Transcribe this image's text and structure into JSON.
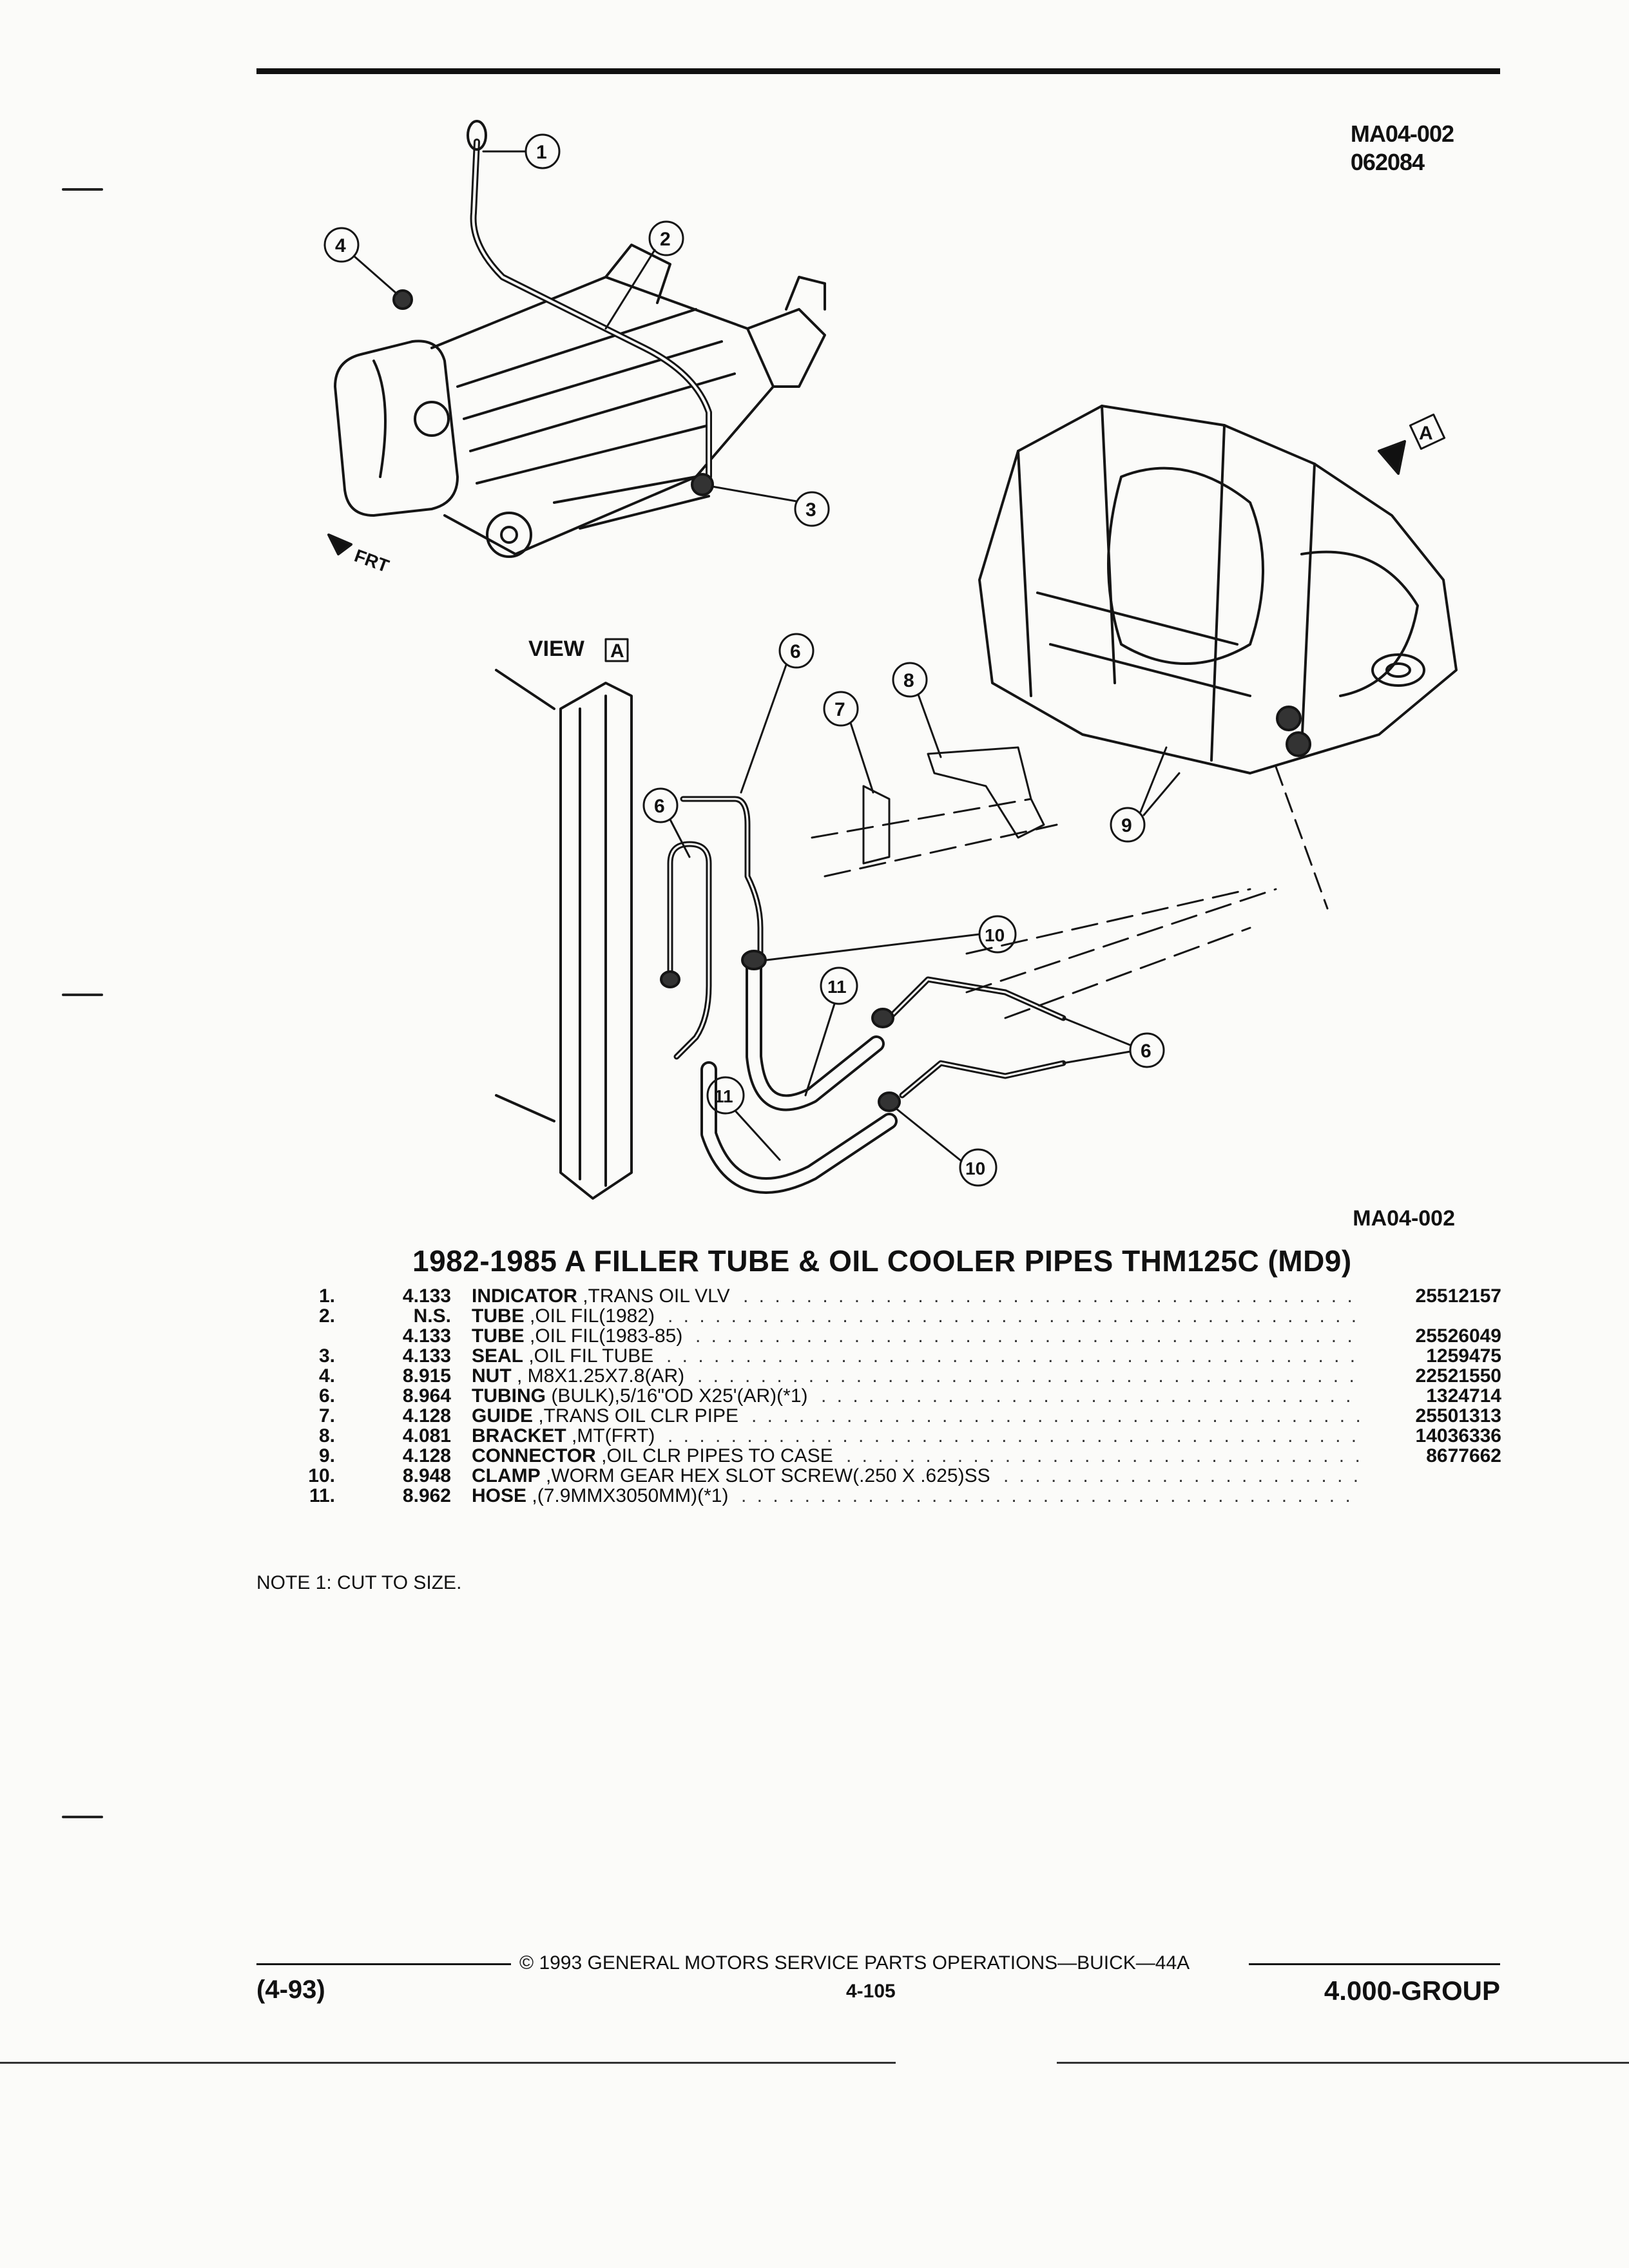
{
  "header": {
    "figure_code": "MA04-002",
    "date_code": "062084"
  },
  "figure": {
    "view_label": "VIEW",
    "view_letter": "A",
    "front_label": "FRT",
    "callout_marker": "A",
    "callouts": [
      "1",
      "2",
      "3",
      "4",
      "6",
      "7",
      "8",
      "9",
      "10",
      "11"
    ],
    "bottom_code": "MA04-002"
  },
  "parts": {
    "title": "1982-1985 A FILLER TUBE & OIL COOLER PIPES THM125C (MD9)",
    "rows": [
      {
        "index": "1.",
        "group": "4.133",
        "name": "INDICATOR",
        "detail": " ,TRANS OIL VLV",
        "part_number": "25512157"
      },
      {
        "index": "2.",
        "group": "N.S.",
        "name": "TUBE",
        "detail": " ,OIL FIL(1982)",
        "part_number": ""
      },
      {
        "index": "",
        "group": "4.133",
        "name": "TUBE",
        "detail": " ,OIL FIL(1983-85)",
        "part_number": "25526049"
      },
      {
        "index": "3.",
        "group": "4.133",
        "name": "SEAL",
        "detail": " ,OIL FIL TUBE",
        "part_number": "1259475"
      },
      {
        "index": "4.",
        "group": "8.915",
        "name": "NUT",
        "detail": " , M8X1.25X7.8(AR)",
        "part_number": "22521550"
      },
      {
        "index": "6.",
        "group": "8.964",
        "name": "TUBING",
        "detail": " (BULK),5/16\"OD X25'(AR)(*1)",
        "part_number": "1324714"
      },
      {
        "index": "7.",
        "group": "4.128",
        "name": "GUIDE",
        "detail": " ,TRANS OIL CLR PIPE",
        "part_number": "25501313"
      },
      {
        "index": "8.",
        "group": "4.081",
        "name": "BRACKET",
        "detail": " ,MT(FRT)",
        "part_number": "14036336"
      },
      {
        "index": "9.",
        "group": "4.128",
        "name": "CONNECTOR",
        "detail": " ,OIL CLR PIPES TO CASE",
        "part_number": "8677662"
      },
      {
        "index": "10.",
        "group": "8.948",
        "name": "CLAMP",
        "detail": " ,WORM GEAR HEX SLOT SCREW(.250 X .625)SS",
        "part_number": ""
      },
      {
        "index": "11.",
        "group": "8.962",
        "name": "HOSE",
        "detail": " ,(7.9MMX3050MM)(*1)",
        "part_number": ""
      }
    ],
    "note": "NOTE 1: CUT TO SIZE."
  },
  "footer": {
    "copyright": "© 1993 GENERAL MOTORS SERVICE PARTS OPERATIONS—BUICK—44A",
    "revision": "(4-93)",
    "page_number": "4-105",
    "group": "4.000-GROUP"
  }
}
